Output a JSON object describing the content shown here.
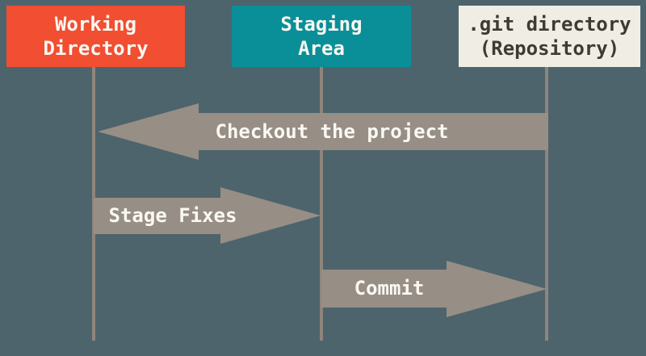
{
  "boxes": [
    {
      "id": "working-directory",
      "label": "Working\nDirectory",
      "color": "#F14E32",
      "text_color": "#FAF8F2"
    },
    {
      "id": "staging-area",
      "label": "Staging\nArea",
      "color": "#0A8F99",
      "text_color": "#FAF8F2"
    },
    {
      "id": "git-directory",
      "label": ".git directory\n(Repository)",
      "color": "#F0EEE4",
      "text_color": "#3F3A33"
    }
  ],
  "arrows": [
    {
      "id": "checkout",
      "label": "Checkout the project",
      "direction": "left",
      "from": "git-directory",
      "to": "working-directory"
    },
    {
      "id": "stage-fixes",
      "label": "Stage Fixes",
      "direction": "right",
      "from": "working-directory",
      "to": "staging-area"
    },
    {
      "id": "commit",
      "label": "Commit",
      "direction": "right",
      "from": "staging-area",
      "to": "git-directory"
    }
  ],
  "colors": {
    "background": "#4D646C",
    "arrow_fill": "#978E86",
    "lifeline": "#8E857B",
    "label_text": "#FAF8F2"
  }
}
